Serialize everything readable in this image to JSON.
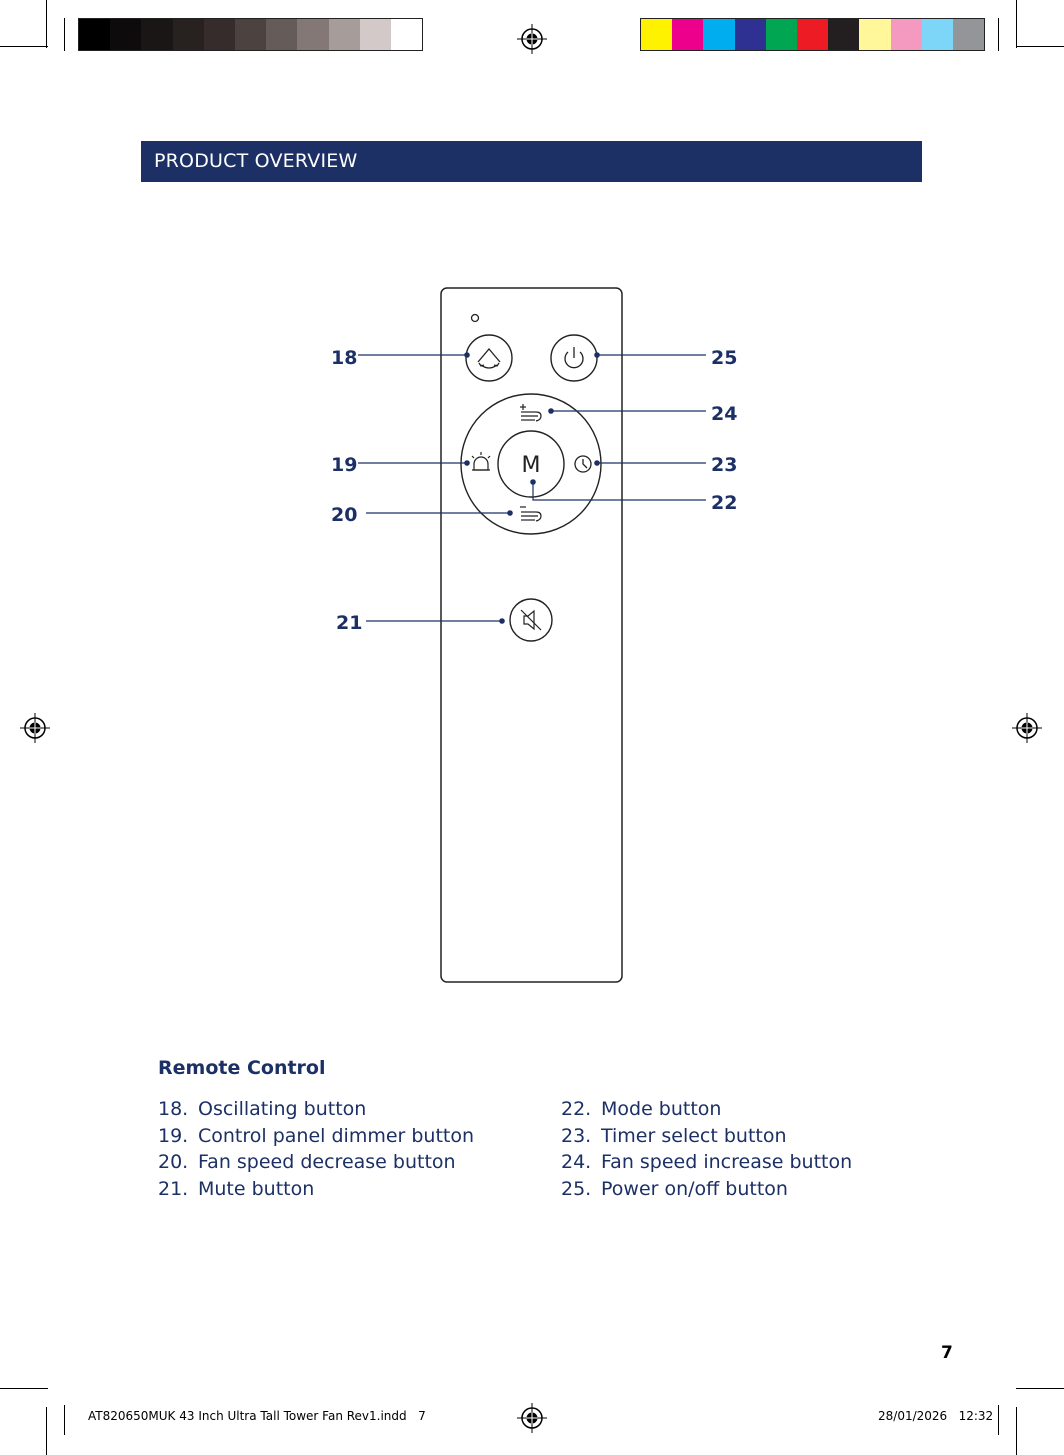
{
  "header": {
    "title": "PRODUCT OVERVIEW"
  },
  "colors": {
    "navy": "#1c3066",
    "gray_swatches": [
      "#000000",
      "#0d0b0b",
      "#1a1615",
      "#272120",
      "#352c2b",
      "#4c4240",
      "#655b58",
      "#837875",
      "#a69d9a",
      "#d2c9c8",
      "#ffffff"
    ],
    "color_swatches": [
      "#fff200",
      "#ec008c",
      "#00aeef",
      "#2e3192",
      "#00a651",
      "#ed1c24",
      "#231f20",
      "#fff799",
      "#f49ac1",
      "#7dd5f7",
      "#939598"
    ]
  },
  "diagram": {
    "mode_glyph": "M",
    "callouts": [
      {
        "number": "18",
        "icon": "oscillate-icon"
      },
      {
        "number": "19",
        "icon": "dimmer-icon"
      },
      {
        "number": "20",
        "icon": "speed-decrease-icon"
      },
      {
        "number": "21",
        "icon": "mute-icon"
      },
      {
        "number": "22",
        "icon": "mode-icon"
      },
      {
        "number": "23",
        "icon": "timer-icon"
      },
      {
        "number": "24",
        "icon": "speed-increase-icon"
      },
      {
        "number": "25",
        "icon": "power-icon"
      }
    ]
  },
  "legend": {
    "title": "Remote Control",
    "left": [
      {
        "num": "18.",
        "label": "Oscillating button"
      },
      {
        "num": "19.",
        "label": "Control panel dimmer button"
      },
      {
        "num": "20.",
        "label": "Fan speed decrease button"
      },
      {
        "num": "21.",
        "label": "Mute button"
      }
    ],
    "right": [
      {
        "num": "22.",
        "label": "Mode button"
      },
      {
        "num": "23.",
        "label": "Timer select button"
      },
      {
        "num": "24.",
        "label": "Fan speed increase button"
      },
      {
        "num": "25.",
        "label": "Power on/off button"
      }
    ]
  },
  "footer": {
    "page_number": "7",
    "file_info": "AT820650MUK 43 Inch Ultra Tall Tower Fan Rev1.indd   7",
    "date_info": "28/01/2026   12:32"
  }
}
